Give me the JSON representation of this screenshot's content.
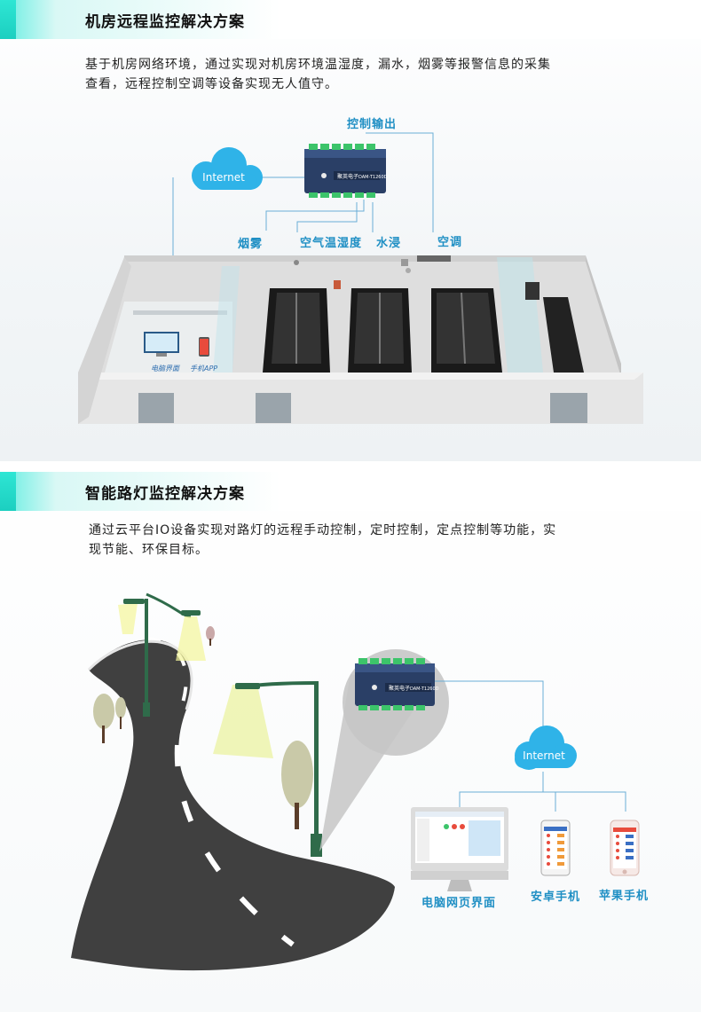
{
  "section1": {
    "title": "机房远程监控解决方案",
    "desc_line1": "基于机房网络环境，通过实现对机房环境温湿度，漏水，烟雾等报警信息的采集",
    "desc_line2": "查看，远程控制空调等设备实现无人值守。",
    "internet": "Internet",
    "control_output": "控制输出",
    "smoke": "烟雾",
    "air_temp_humidity": "空气温湿度",
    "water_leak": "水浸",
    "air_conditioner": "空调",
    "pc_interface": "电脑界面",
    "mobile_app": "手机APP"
  },
  "section2": {
    "title": "智能路灯监控解决方案",
    "desc_line1": "通过云平台IO设备实现对路灯的远程手动控制，定时控制，定点控制等功能，实",
    "desc_line2": "现节能、环保目标。",
    "internet": "Internet",
    "pc_web": "电脑网页界面",
    "android": "安卓手机",
    "iphone": "苹果手机"
  },
  "device": {
    "brand": "聚英电子",
    "model": "DAM-T1260D"
  },
  "colors": {
    "accent": "#2ee6d4",
    "label_blue": "#1f8fc4",
    "cloud": "#2fb3e8",
    "line": "#6aaed6"
  }
}
